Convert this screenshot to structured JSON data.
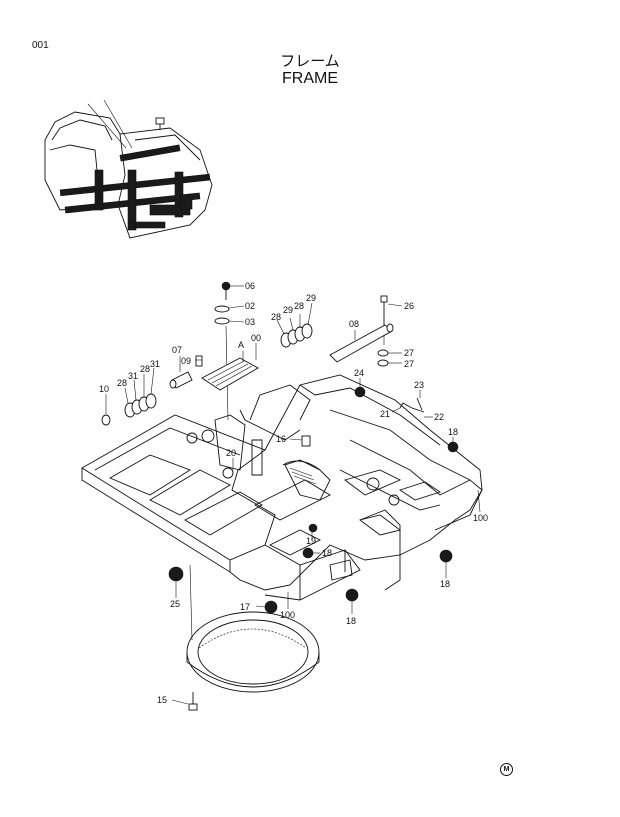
{
  "page_number": "001",
  "title_jp": "フレーム",
  "title_en": "FRAME",
  "view_marker": "A",
  "callouts": [
    "06",
    "02",
    "03",
    "26",
    "28",
    "29",
    "28",
    "29",
    "08",
    "27",
    "27",
    "07",
    "09",
    "00",
    "31",
    "28",
    "31",
    "28",
    "10",
    "24",
    "23",
    "21",
    "22",
    "16",
    "20",
    "18",
    "100",
    "19",
    "18",
    "18",
    "25",
    "17",
    "100",
    "18",
    "15"
  ],
  "corner_mark": "M"
}
